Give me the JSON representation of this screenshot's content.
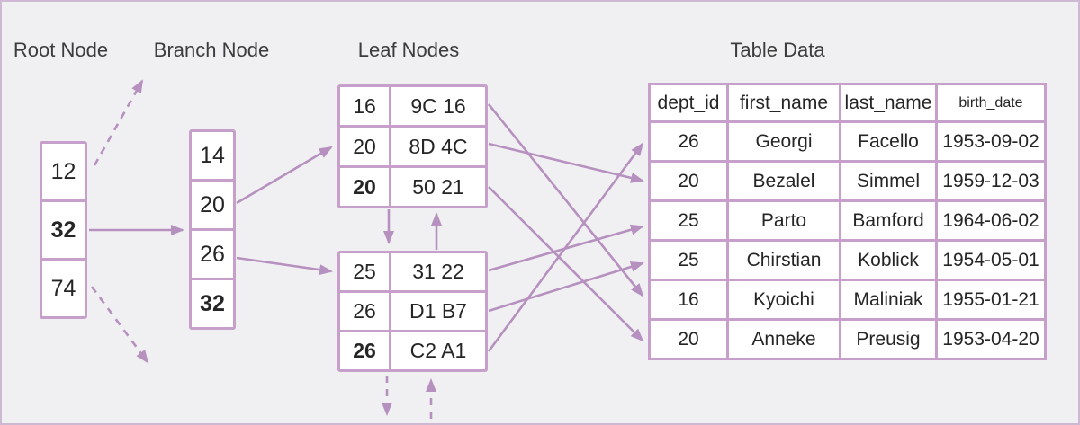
{
  "colors": {
    "accent": "#b690bf",
    "border": "#c6a0ca",
    "bg": "#f0f0f2",
    "frame": "#cdb9d2"
  },
  "labels": {
    "root": "Root Node",
    "branch": "Branch Node",
    "leaf": "Leaf Nodes",
    "table": "Table Data"
  },
  "root_node": {
    "cells": [
      {
        "value": "12"
      },
      {
        "value": "32"
      },
      {
        "value": "74"
      }
    ]
  },
  "branch_node": {
    "cells": [
      {
        "value": "14"
      },
      {
        "value": "20"
      },
      {
        "value": "26"
      },
      {
        "value": "32"
      }
    ]
  },
  "leaf_nodes": [
    {
      "rows": [
        {
          "key": "16",
          "rowid": "9C 16"
        },
        {
          "key": "20",
          "rowid": "8D 4C"
        },
        {
          "key": "20",
          "rowid": "50 21"
        }
      ]
    },
    {
      "rows": [
        {
          "key": "25",
          "rowid": "31 22"
        },
        {
          "key": "26",
          "rowid": "D1 B7"
        },
        {
          "key": "26",
          "rowid": "C2 A1"
        }
      ]
    }
  ],
  "table": {
    "headers": [
      "dept_id",
      "first_name",
      "last_name",
      "birth_date"
    ],
    "rows": [
      [
        "26",
        "Georgi",
        "Facello",
        "1953-09-02"
      ],
      [
        "20",
        "Bezalel",
        "Simmel",
        "1959-12-03"
      ],
      [
        "25",
        "Parto",
        "Bamford",
        "1964-06-02"
      ],
      [
        "25",
        "Chirstian",
        "Koblick",
        "1954-05-01"
      ],
      [
        "16",
        "Kyoichi",
        "Maliniak",
        "1955-01-21"
      ],
      [
        "20",
        "Anneke",
        "Preusig",
        "1953-04-20"
      ]
    ]
  },
  "connections": {
    "solid": [
      {
        "from": "root-cell-32",
        "to": "branch-node"
      },
      {
        "from": "branch-cell-20",
        "to": "leaf-node-1-row-2"
      },
      {
        "from": "branch-cell-26",
        "to": "leaf-node-2-row-1"
      },
      {
        "from": "leaf-node-1",
        "to": "leaf-node-2"
      },
      {
        "from": "leaf-node-2",
        "to": "leaf-node-1"
      },
      {
        "from": "leaf-1-entry-16-9C16",
        "to": "table-row-Kyoichi"
      },
      {
        "from": "leaf-1-entry-20-8D4C",
        "to": "table-row-Bezalel"
      },
      {
        "from": "leaf-1-entry-20-5021",
        "to": "table-row-Anneke"
      },
      {
        "from": "leaf-2-entry-25-3122",
        "to": "table-row-Parto"
      },
      {
        "from": "leaf-2-entry-26-D1B7",
        "to": "table-row-Chirstian"
      },
      {
        "from": "leaf-2-entry-26-C2A1",
        "to": "table-row-Georgi"
      }
    ],
    "dashed": [
      {
        "from": "root-cell-12",
        "to": "other-branch-above"
      },
      {
        "from": "root-cell-74",
        "to": "other-branch-below"
      },
      {
        "from": "leaf-node-2",
        "to": "next-leaf-below"
      },
      {
        "from": "next-leaf-below",
        "to": "leaf-node-2"
      }
    ]
  }
}
